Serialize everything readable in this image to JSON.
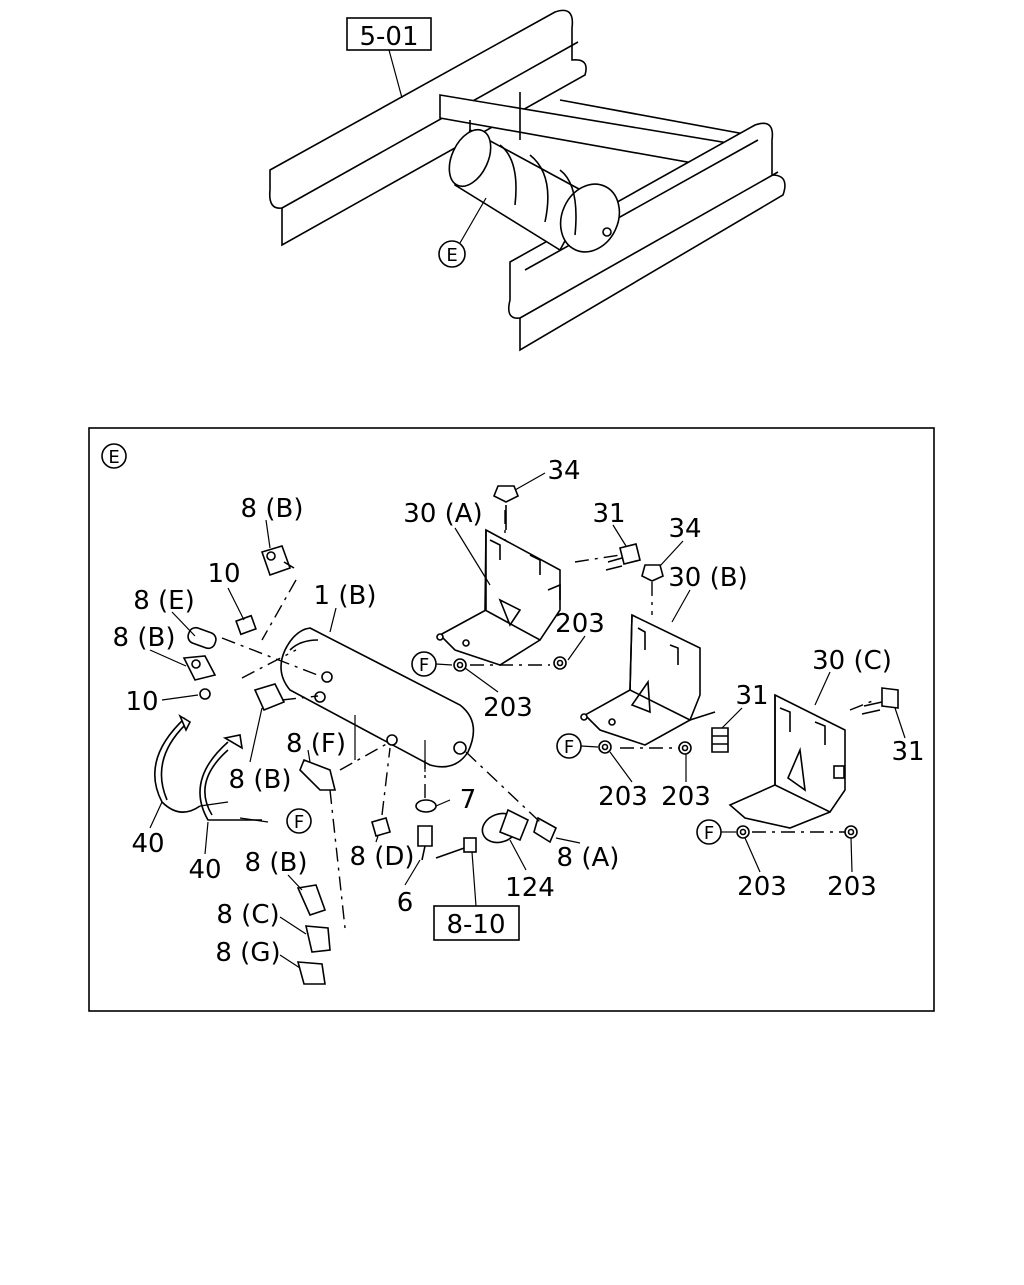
{
  "overview": {
    "ref_box": "5-01",
    "detail_marker": "E"
  },
  "detail": {
    "detail_marker": "E",
    "fastener_marker": "F",
    "ref_box": "8-10",
    "labels": [
      "8 (B)",
      "10",
      "8 (E)",
      "8 (B)",
      "10",
      "1 (B)",
      "8 (B)",
      "8 (F)",
      "40",
      "40",
      "8 (D)",
      "7",
      "6",
      "124",
      "8 (A)",
      "8 (B)",
      "8 (C)",
      "8 (G)",
      "34",
      "30 (A)",
      "31",
      "34",
      "30 (B)",
      "203",
      "203",
      "31",
      "203",
      "203",
      "30 (C)",
      "31",
      "203",
      "203"
    ]
  }
}
